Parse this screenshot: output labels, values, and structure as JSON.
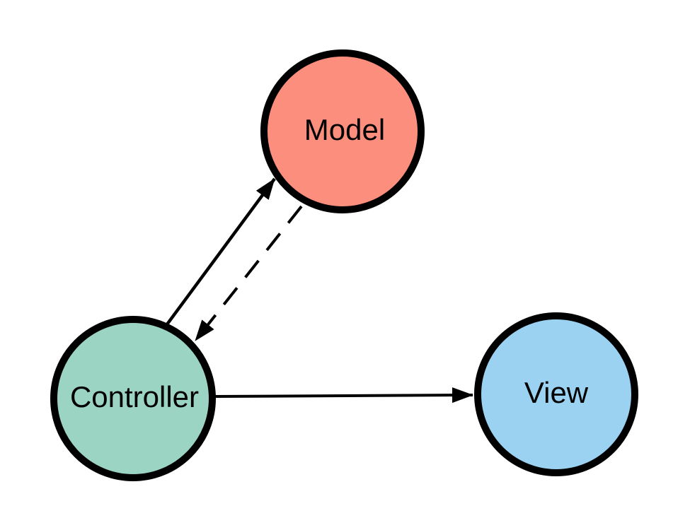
{
  "diagram": {
    "kind": "mvc-architecture",
    "background": "#FFFFFF",
    "nodes": [
      {
        "id": "model",
        "label": "Model",
        "fill": "#FC8E7E",
        "shape": "circle"
      },
      {
        "id": "controller",
        "label": "Controller",
        "fill": "#9BD4C3",
        "shape": "circle"
      },
      {
        "id": "view",
        "label": "View",
        "fill": "#9BD2F1",
        "shape": "circle"
      }
    ],
    "edges": [
      {
        "from": "controller",
        "to": "model",
        "style": "solid",
        "arrowhead": "filled-triangle"
      },
      {
        "from": "model",
        "to": "controller",
        "style": "dashed",
        "arrowhead": "filled-triangle"
      },
      {
        "from": "controller",
        "to": "view",
        "style": "solid",
        "arrowhead": "filled-triangle"
      }
    ],
    "colors": {
      "node_stroke": "#000000",
      "edge_stroke": "#000000",
      "label_text": "#000000"
    }
  }
}
